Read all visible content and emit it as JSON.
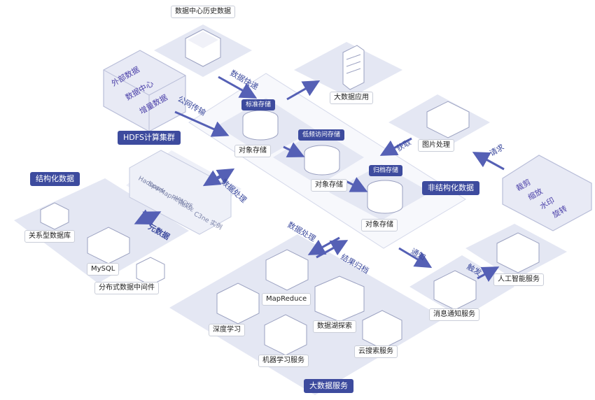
{
  "nodes": {
    "dc_history": "数据中心历史数据",
    "big_data_app": "大数据应用",
    "obj_storage_1": "对象存储",
    "obj_storage_2": "对象存储",
    "obj_storage_3": "对象存储",
    "image_proc": "图片处理",
    "rdb": "关系型数据库",
    "mysql": "MySQL",
    "dist_mw": "分布式数据中间件",
    "mapreduce": "MapReduce",
    "deep_learning": "深度学习",
    "data_lake": "数据湖探索",
    "ml_service": "机器学习服务",
    "cloud_search": "云搜索服务",
    "msg_notify": "消息通知服务",
    "ai_service": "人工智能服务"
  },
  "tags": {
    "hdfs": "HDFS计算集群",
    "structured": "结构化数据",
    "unstructured": "非结构化数据",
    "big_data_services": "大数据服务",
    "standard_storage": "标准存储",
    "low_freq_storage": "低频访问存储",
    "archive_storage": "归档存储"
  },
  "flows": {
    "data_express": "数据快递",
    "public_net": "公网传输",
    "data_proc_1": "数据处理",
    "data_proc_2": "数据处理",
    "metadata": "元数据",
    "fetch": "获取",
    "request": "请求",
    "result_archive": "结果归档",
    "notify": "通知",
    "trigger": "触发"
  },
  "external": {
    "line1": "外部数据",
    "line2": "数据中心",
    "line3": "增量数据"
  },
  "hdfs_items": [
    "Hadoop",
    "Spark",
    "MapReduce",
    "APACHE",
    "HBASE",
    "C3ne 实例"
  ],
  "image_ops": [
    "裁剪",
    "缩放",
    "水印",
    "旋转"
  ],
  "colors": {
    "platform": "#e4e7f3",
    "platform_light": "#eef0f8",
    "accent": "#3d4b9e",
    "arrow": "#5560b5"
  }
}
